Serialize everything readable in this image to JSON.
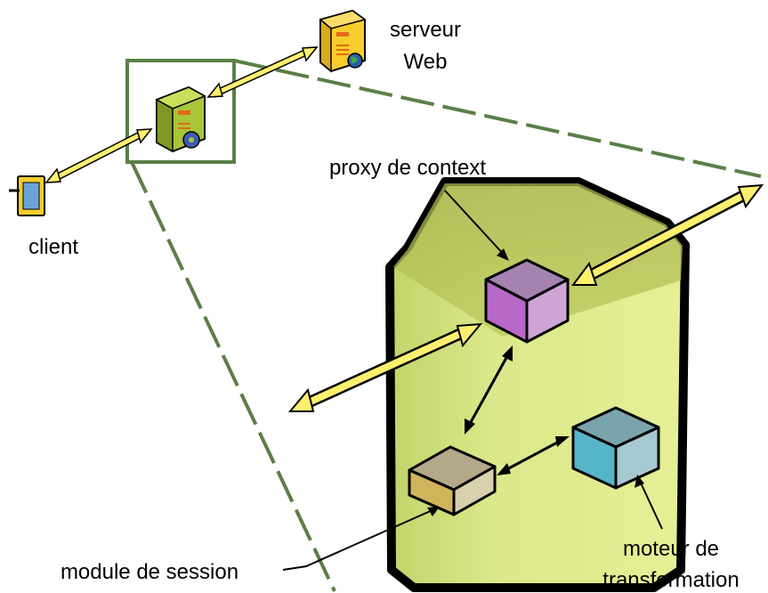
{
  "labels": {
    "web_server_line1": "serveur",
    "web_server_line2": "Web",
    "client": "client",
    "proxy": "proxy de context",
    "session": "module de session",
    "engine_line1": "moteur de",
    "engine_line2": "transformation"
  },
  "colors": {
    "zoom_frame": "#5b7f47",
    "link_fill": "#ffef6e",
    "link_stroke": "#000000",
    "proxy_body": "#d6e67a",
    "proxy_outline": "#000000",
    "context_cube": "#c07ac9",
    "session_cube": "#c9b881",
    "engine_cube": "#6fb6c6",
    "server_yellow": "#f6cd2c",
    "server_green": "#a9c53a"
  },
  "icons": {
    "web_server": "server-globe-icon",
    "proxy_server": "server-gear-icon",
    "client": "tablet-icon"
  }
}
